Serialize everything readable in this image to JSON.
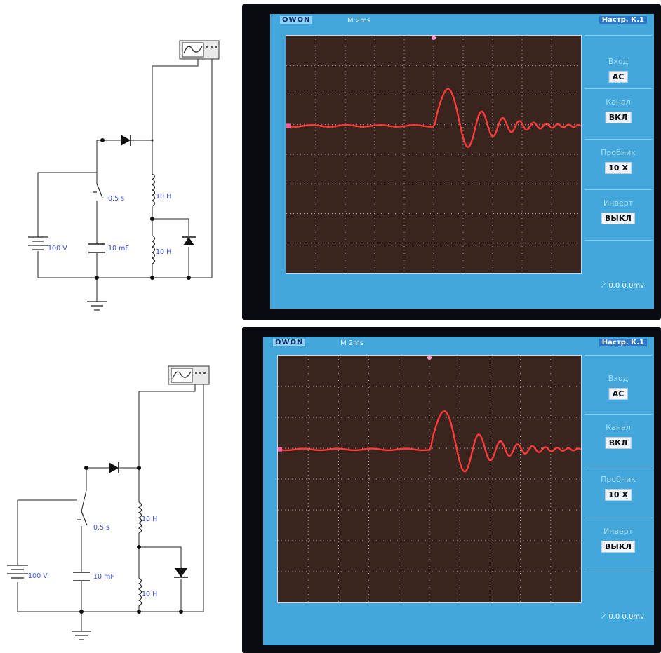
{
  "circuits": [
    {
      "source_label": "100 V",
      "switch_label": "0.5 s",
      "capacitor_label": "10 mF",
      "inductor_top_label": "10 H",
      "inductor_bottom_label": "10 H"
    },
    {
      "source_label": "100 V",
      "switch_label": "0.5 s",
      "capacitor_label": "10 mF",
      "inductor_top_label": "10 H",
      "inductor_bottom_label": "10 H"
    }
  ],
  "scopes": [
    {
      "brand": "OWON",
      "timebase": "M 2ms",
      "trigger": "Настр. К.1",
      "menu": [
        {
          "title": "Вход",
          "value": "AC"
        },
        {
          "title": "Канал",
          "value": "ВКЛ"
        },
        {
          "title": "Пробник",
          "value": "10 X"
        },
        {
          "title": "Инверт",
          "value": "ВЫКЛ"
        }
      ],
      "bottom_left": "",
      "bottom_right": "⟋ 0.0 0.0mv",
      "trace_color": "#ff3b3b"
    },
    {
      "brand": "OWON",
      "timebase": "M 2ms",
      "trigger": "Настр. К.1",
      "menu": [
        {
          "title": "Вход",
          "value": "AC"
        },
        {
          "title": "Канал",
          "value": "ВКЛ"
        },
        {
          "title": "Пробник",
          "value": "10 X"
        },
        {
          "title": "Инверт",
          "value": "ВЫКЛ"
        }
      ],
      "bottom_left": "",
      "bottom_right": "⟋ 0.0 0.0mv",
      "trace_color": "#ff3b3b"
    }
  ]
}
